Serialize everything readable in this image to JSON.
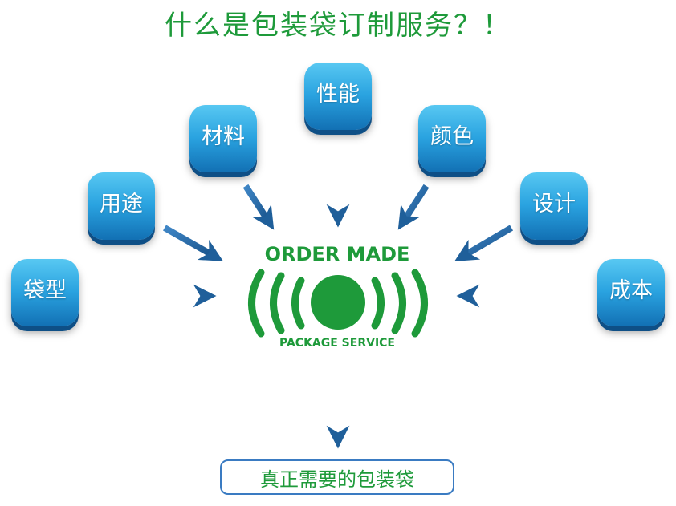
{
  "title": "什么是包装袋订制服务？！",
  "center": {
    "top_label": "ORDER MADE",
    "bottom_label": "PACKAGE SERVICE"
  },
  "nodes": [
    {
      "label": "袋型"
    },
    {
      "label": "用途"
    },
    {
      "label": "材料"
    },
    {
      "label": "性能"
    },
    {
      "label": "颜色"
    },
    {
      "label": "设计"
    },
    {
      "label": "成本"
    }
  ],
  "result": {
    "label": "真正需要的包装袋"
  },
  "colors": {
    "title_green": "#1e9a3a",
    "node_blue": "#2aa3e0",
    "arrow_blue": "#1f5f9a",
    "box_border": "#3a7bc2"
  }
}
